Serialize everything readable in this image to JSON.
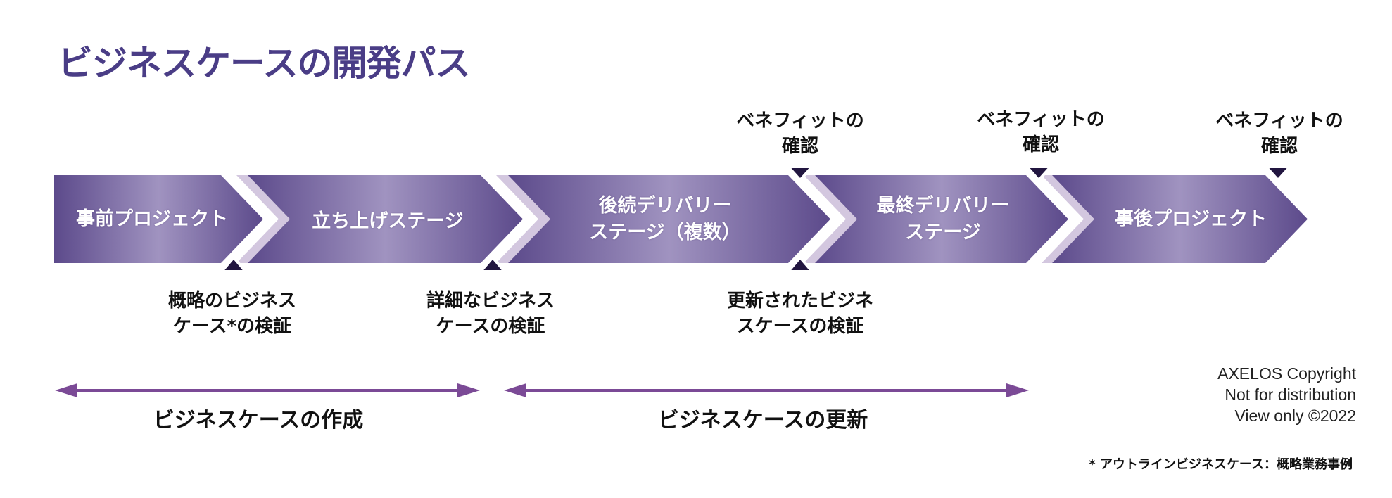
{
  "title": "ビジネスケースの開発パス",
  "colors": {
    "title": "#4a3d86",
    "stage_edge": "#5c4a8b",
    "stage_center": "#a093c0",
    "chevron_band": "#d3c7df",
    "milestone_marker": "#221640",
    "span_arrow": "#7b4a96"
  },
  "stages": [
    {
      "id": "pre-project",
      "label": "事前プロジェクト"
    },
    {
      "id": "initiation",
      "label": "立ち上げステージ"
    },
    {
      "id": "subsequent-delivery",
      "label": "後続デリバリー\nステージ（複数）"
    },
    {
      "id": "final-delivery",
      "label": "最終デリバリー\nステージ"
    },
    {
      "id": "post-project",
      "label": "事後プロジェクト"
    }
  ],
  "milestones_above": [
    {
      "label": "ベネフィットの\n確認"
    },
    {
      "label": "ベネフィットの\n確認"
    },
    {
      "label": "ベネフィットの\n確認"
    }
  ],
  "milestones_below": [
    {
      "label": "概略のビジネス\nケース*の検証"
    },
    {
      "label": "詳細なビジネス\nケースの検証"
    },
    {
      "label": "更新されたビジネ\nスケースの検証"
    }
  ],
  "spans": [
    {
      "label": "ビジネスケースの作成"
    },
    {
      "label": "ビジネスケースの更新"
    }
  ],
  "copyright": [
    "AXELOS Copyright",
    "Not for distribution",
    "View only ©2022"
  ],
  "footnote": "* アウトラインビジネスケース：概略業務事例"
}
